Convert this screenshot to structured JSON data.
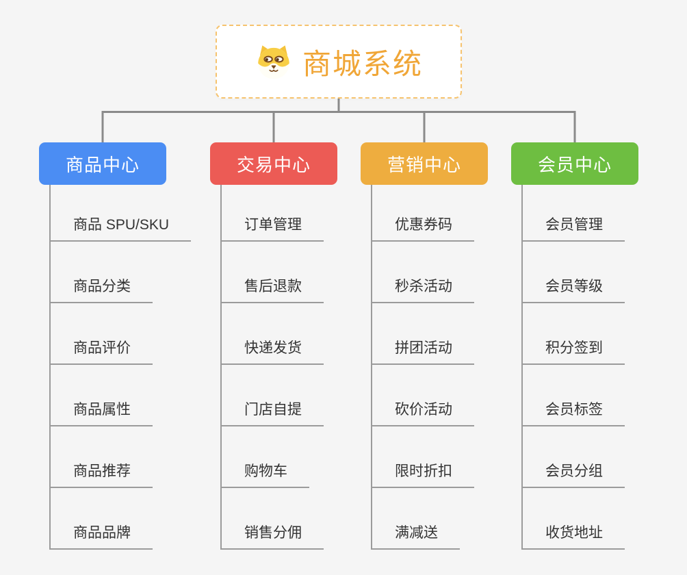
{
  "page": {
    "background_color": "#f5f5f5"
  },
  "root": {
    "title": "商城系统",
    "icon": "shiba-dog-icon",
    "text_color": "#f0a637",
    "border_color": "#f6c36e",
    "background_color": "#ffffff"
  },
  "connectors": {
    "main_line_color": "#8a8a8a",
    "sub_line_color": "#9b9b9b"
  },
  "branches": [
    {
      "label": "商品中心",
      "color": "#4b8df3",
      "items": [
        "商品 SPU/SKU",
        "商品分类",
        "商品评价",
        "商品属性",
        "商品推荐",
        "商品品牌"
      ]
    },
    {
      "label": "交易中心",
      "color": "#ec5b55",
      "items": [
        "订单管理",
        "售后退款",
        "快递发货",
        "门店自提",
        "购物车",
        "销售分佣"
      ]
    },
    {
      "label": "营销中心",
      "color": "#eead3f",
      "items": [
        "优惠券码",
        "秒杀活动",
        "拼团活动",
        "砍价活动",
        "限时折扣",
        "满减送"
      ]
    },
    {
      "label": "会员中心",
      "color": "#6ebe41",
      "items": [
        "会员管理",
        "会员等级",
        "积分签到",
        "会员标签",
        "会员分组",
        "收货地址"
      ]
    }
  ]
}
